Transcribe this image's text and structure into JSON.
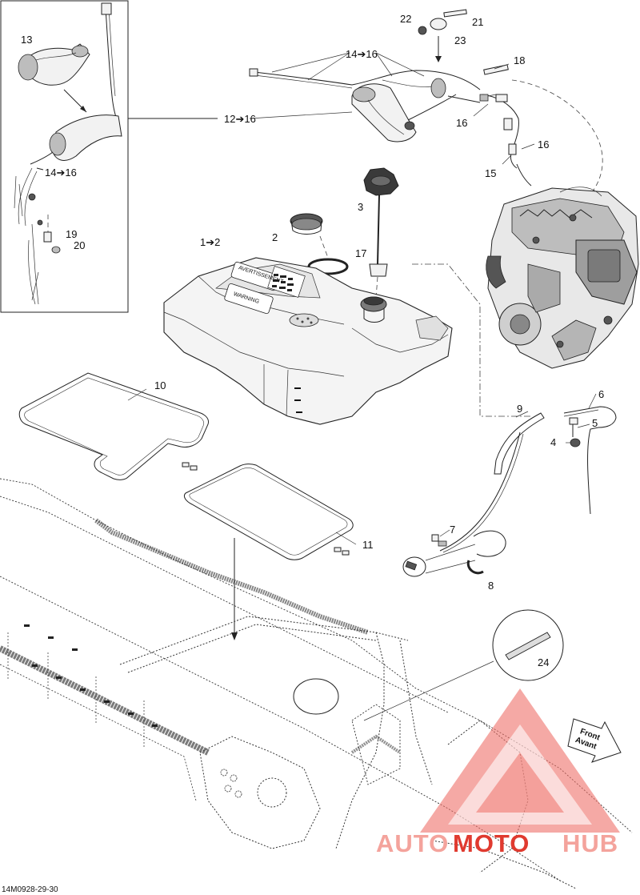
{
  "figure_code": "14M0928-29-30",
  "front_sign": {
    "line1": "Front",
    "line2": "Avant"
  },
  "watermark": {
    "part1": "AUTO",
    "part2": "MOTO",
    "part3": "HUB",
    "color": "#e03a2f",
    "color_light": "#f4a39c"
  },
  "decal_text": {
    "warning_fr": "AVERTISSEMENT",
    "warning_en": "WARNING"
  },
  "callouts": [
    {
      "id": "c22",
      "label": "22"
    },
    {
      "id": "c21",
      "label": "21"
    },
    {
      "id": "c23",
      "label": "23"
    },
    {
      "id": "c14-16-top",
      "label": "14➔16"
    },
    {
      "id": "c18",
      "label": "18"
    },
    {
      "id": "c12-16",
      "label": "12➔16"
    },
    {
      "id": "c16-a",
      "label": "16"
    },
    {
      "id": "c16-b",
      "label": "16"
    },
    {
      "id": "c15",
      "label": "15"
    },
    {
      "id": "c13",
      "label": "13"
    },
    {
      "id": "c14-16-left",
      "label": "14➔16"
    },
    {
      "id": "c19",
      "label": "19"
    },
    {
      "id": "c20",
      "label": "20"
    },
    {
      "id": "c1-2",
      "label": "1➔2"
    },
    {
      "id": "c2",
      "label": "2"
    },
    {
      "id": "c3",
      "label": "3"
    },
    {
      "id": "c17",
      "label": "17"
    },
    {
      "id": "c10",
      "label": "10"
    },
    {
      "id": "c9",
      "label": "9"
    },
    {
      "id": "c6",
      "label": "6"
    },
    {
      "id": "c5",
      "label": "5"
    },
    {
      "id": "c4",
      "label": "4"
    },
    {
      "id": "c7",
      "label": "7"
    },
    {
      "id": "c11",
      "label": "11"
    },
    {
      "id": "c8",
      "label": "8"
    },
    {
      "id": "c24",
      "label": "24"
    }
  ]
}
